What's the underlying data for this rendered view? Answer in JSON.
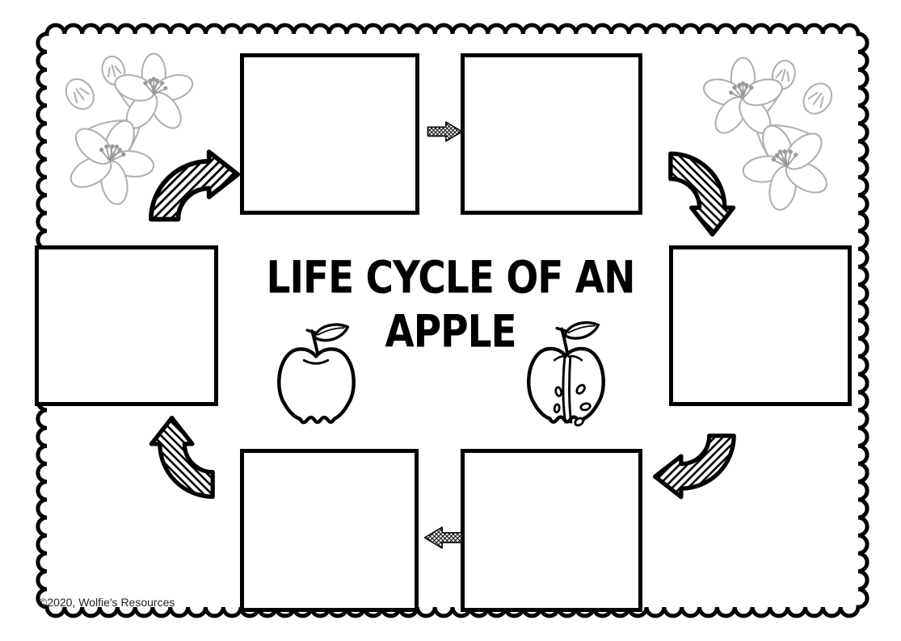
{
  "page": {
    "title_line1": "LIFE CYCLE OF AN",
    "title_line2": "APPLE",
    "copyright": "©2020, Wolfie's Resources"
  },
  "colors": {
    "ink": "#000000",
    "blossom_outline": "#b0b0b0",
    "background": "#ffffff"
  },
  "diagram": {
    "stage_boxes": [
      {
        "position": "top-left",
        "content": ""
      },
      {
        "position": "top-right",
        "content": ""
      },
      {
        "position": "right",
        "content": ""
      },
      {
        "position": "bottom-right",
        "content": ""
      },
      {
        "position": "bottom-left",
        "content": ""
      },
      {
        "position": "left",
        "content": ""
      }
    ],
    "arrows": [
      {
        "from": "top-left",
        "to": "top-right",
        "style": "straight-right"
      },
      {
        "from": "top-right",
        "to": "right",
        "style": "curved-down"
      },
      {
        "from": "right",
        "to": "bottom-right",
        "style": "curved-down-left"
      },
      {
        "from": "bottom-right",
        "to": "bottom-left",
        "style": "straight-left"
      },
      {
        "from": "bottom-left",
        "to": "left",
        "style": "curved-up"
      },
      {
        "from": "left",
        "to": "top-left",
        "style": "curved-up-right"
      }
    ],
    "decorations": [
      "apple-blossom-top-left",
      "apple-blossom-top-right",
      "whole-apple",
      "apple-cross-section"
    ]
  }
}
